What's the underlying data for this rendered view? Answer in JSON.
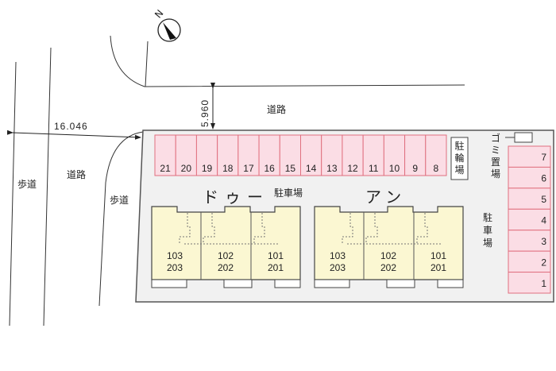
{
  "colors": {
    "parking_fill": "#fbdde5",
    "parking_stroke": "#e0707f",
    "building_fill": "#fbf7d2",
    "site_fill": "#f1f1f1"
  },
  "compass": {
    "label": "N"
  },
  "dimensions": {
    "road_width_top": "5.960",
    "road_width_left": "16.046"
  },
  "roads": {
    "top_road": "道路",
    "left_road": "道路",
    "left_sidewalk": "歩道",
    "right_sidewalk": "歩道"
  },
  "top_parking": [
    "21",
    "20",
    "19",
    "18",
    "17",
    "16",
    "15",
    "14",
    "13",
    "12",
    "11",
    "10",
    "9",
    "8"
  ],
  "bicycle_parking": [
    "駐",
    "輪",
    "場"
  ],
  "garbage": {
    "label": [
      "ゴ",
      "ミ",
      "置",
      "場"
    ]
  },
  "right_parking": [
    "7",
    "6",
    "5",
    "4",
    "3",
    "2",
    "1"
  ],
  "right_parking_label": [
    "駐",
    "車",
    "場"
  ],
  "parking_label": "駐車場",
  "buildings": [
    {
      "name": "ドゥー",
      "units": [
        {
          "top": "103",
          "bottom": "203"
        },
        {
          "top": "102",
          "bottom": "202"
        },
        {
          "top": "101",
          "bottom": "201"
        }
      ]
    },
    {
      "name": "アン",
      "units": [
        {
          "top": "103",
          "bottom": "203"
        },
        {
          "top": "102",
          "bottom": "202"
        },
        {
          "top": "101",
          "bottom": "201"
        }
      ]
    }
  ]
}
